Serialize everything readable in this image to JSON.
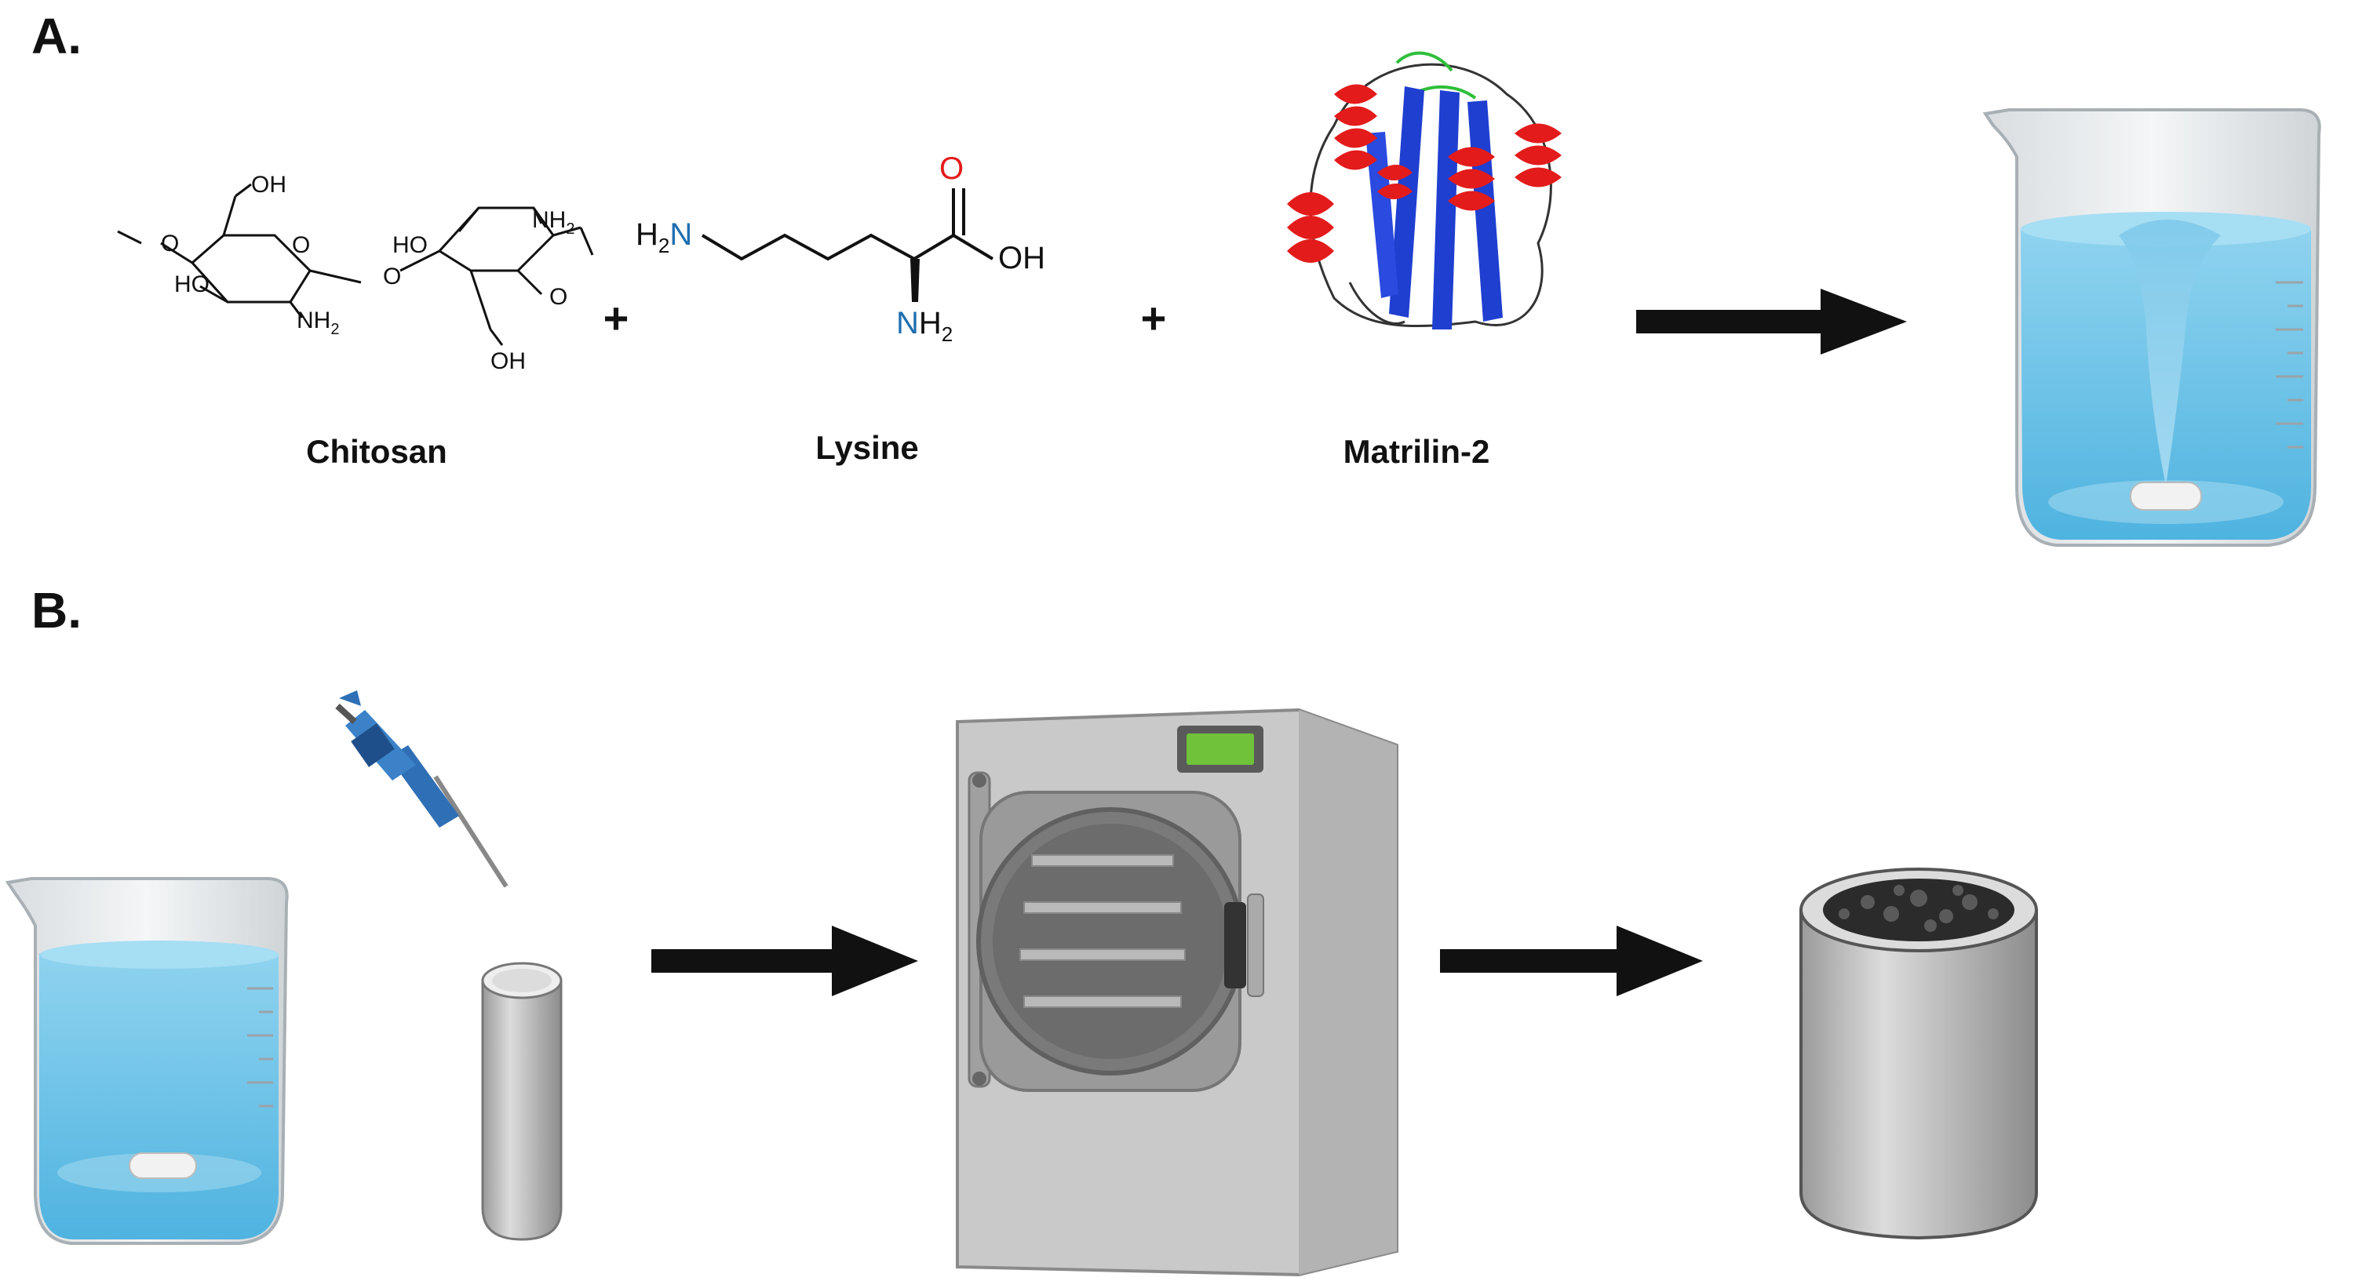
{
  "panels": {
    "a": "A.",
    "b": "B."
  },
  "captions": {
    "chitosan": "Chitosan",
    "lysine": "Lysine",
    "matrilin": "Matrilin-2"
  },
  "operators": {
    "plus1": "+",
    "plus2": "+"
  },
  "chitosan_atoms": {
    "oh_top": "OH",
    "o_methoxy": "O",
    "o_ring1": "O",
    "ho_left": "HO",
    "nh2_1": "NH",
    "nh2_1_sub": "2",
    "o_link": "O",
    "ho_ring2": "HO",
    "nh2_2": "NH",
    "nh2_2_sub": "2",
    "o_ring2": "O",
    "oh_bottom": "OH"
  },
  "lysine_atoms": {
    "h2n_h": "H",
    "h2n_sub": "2",
    "h2n_n": "N",
    "o_carbonyl": "O",
    "oh": "OH",
    "nh2_n": "N",
    "nh2_h": "H",
    "nh2_sub": "2"
  },
  "colors": {
    "helix": "#e31b1b",
    "sheet": "#1f3fd0",
    "water": "#6ec6ea",
    "water_light": "#bfe6f5",
    "freeze_dryer": "#c9c9c9",
    "display": "#6fc23a"
  },
  "icons": [
    "protein-structure-icon",
    "beaker-vortex-icon",
    "beaker-stirbar-icon",
    "pipette-icon",
    "tube-mold-icon",
    "freeze-dryer-icon",
    "porous-scaffold-icon"
  ]
}
